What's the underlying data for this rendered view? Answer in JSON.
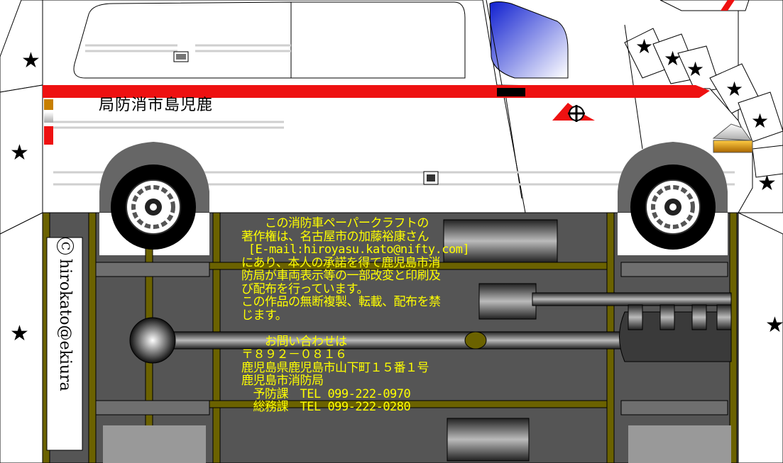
{
  "side_label": "局防消市島児鹿",
  "credit": {
    "symbol": "C",
    "text": "hirokato@ekiura"
  },
  "notice": {
    "lines": [
      "　　この消防車ペーパークラフトの",
      "著作権は、名古屋市の加藤裕康さん",
      " [E-mail:hiroyasu.kato@nifty.com]",
      "にあり、本人の承諾を得て鹿児島市消",
      "防局が車両表示等の一部改変と印刷及",
      "び配布を行っています。",
      "この作品の無断複製、転載、配布を禁",
      "じます。",
      "",
      "　　お問い合わせは",
      "〒８９２－０８１６",
      "鹿児島県鹿児島市山下町１５番１号",
      "鹿児島市消防局",
      "　予防課　TEL 099-222-0970",
      "　総務課　TEL 099-222-0280"
    ]
  },
  "colors": {
    "stripe": "#ee1111",
    "chassis": "#555555",
    "frame": "#6b6200",
    "text": "#ffff00",
    "window": "#3b4fe0"
  }
}
